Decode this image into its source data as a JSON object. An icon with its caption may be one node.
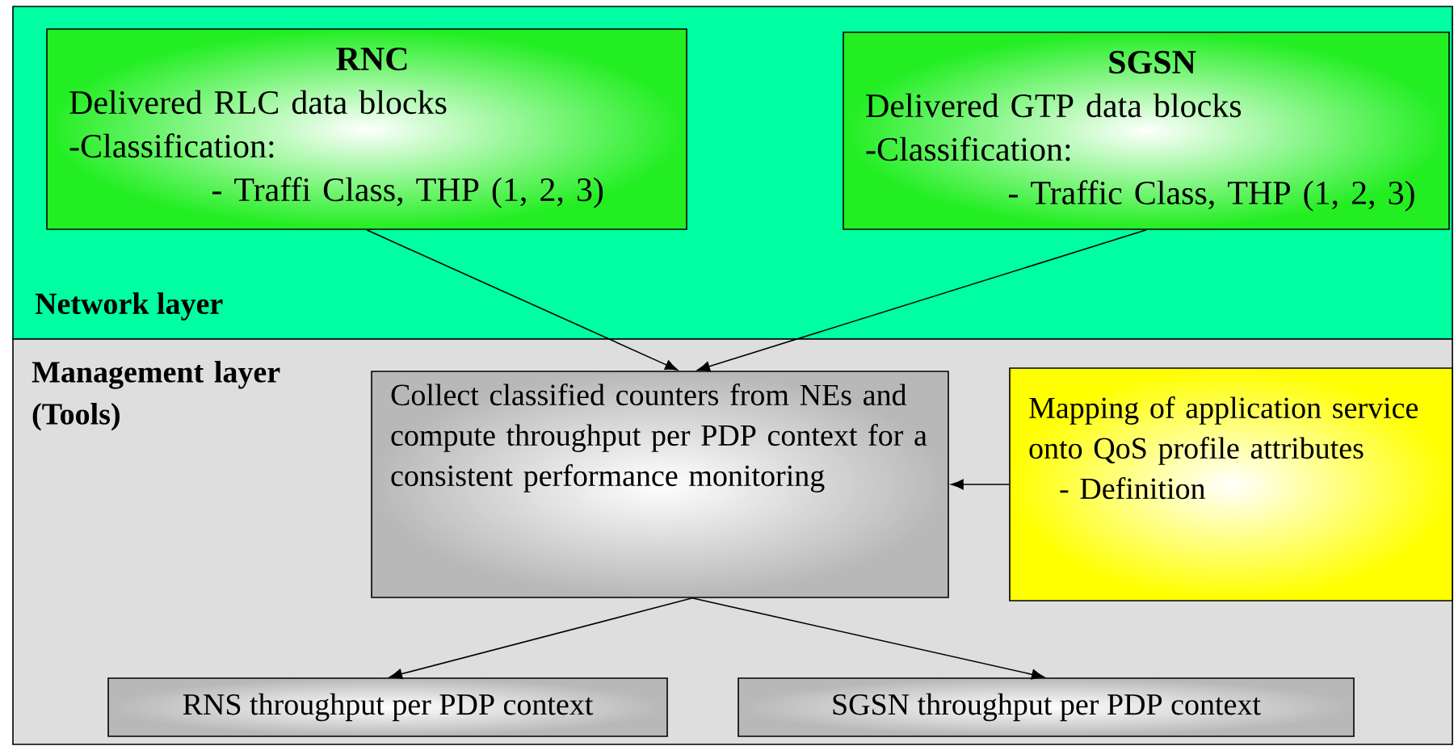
{
  "diagram": {
    "nodes": [
      {
        "text": [
          "Network layer"
        ]
      },
      {
        "text": [
          "RNC",
          "Delivered RLC data blocks",
          "-Classification:",
          "- Traffi Class, THP (1, 2, 3)"
        ],
        "in": 0
      },
      {
        "text": [
          "SGSN",
          "Delivered GTP data blocks",
          "-Classification:",
          "- Traffic Class, THP (1, 2, 3)"
        ],
        "in": 0
      },
      {
        "text": [
          "Management layer (Tools)"
        ]
      },
      {
        "text": [
          "Collect classified counters from NEs and compute throughput per PDP context for a consistent performance monitoring"
        ],
        "in": 3
      },
      {
        "text": [
          "Mapping of application service onto QoS profile attributes",
          "- Definition"
        ],
        "in": 3
      },
      {
        "text": [
          "RNS throughput per PDP context"
        ],
        "in": 3
      },
      {
        "text": [
          "SGSN throughput per PDP context"
        ],
        "in": 3
      }
    ],
    "edges": [
      {
        "from": 1,
        "to": 4,
        "arrow": "to"
      },
      {
        "from": 2,
        "to": 4,
        "arrow": "to"
      },
      {
        "from": 5,
        "to": 4,
        "arrow": "to"
      },
      {
        "from": 4,
        "to": 6,
        "arrow": "to"
      },
      {
        "from": 4,
        "to": 7,
        "arrow": "to"
      }
    ]
  }
}
